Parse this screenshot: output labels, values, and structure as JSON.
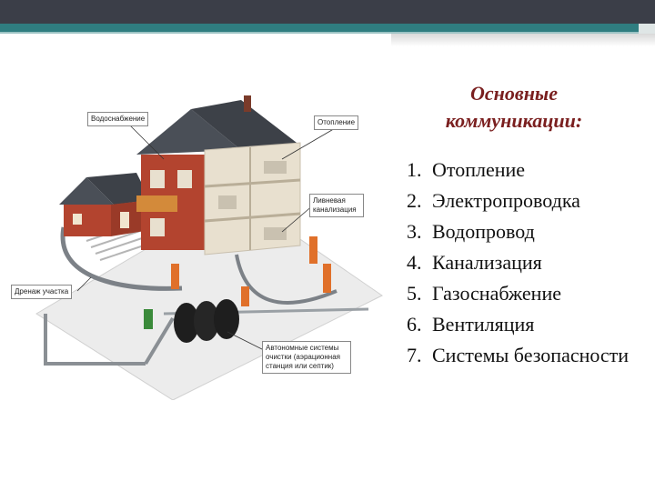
{
  "slide": {
    "title_line1": "Основные",
    "title_line2": "коммуникации:",
    "items": [
      {
        "num": "1.",
        "text": "Отопление"
      },
      {
        "num": "2.",
        "text": "Электропроводка"
      },
      {
        "num": "3.",
        "text": "Водопровод"
      },
      {
        "num": "4.",
        "text": "Канализация"
      },
      {
        "num": "5.",
        "text": "Газоснабжение"
      },
      {
        "num": "6.",
        "text": "Вентиляция"
      },
      {
        "num": "7.",
        "text": "Системы безопасности"
      }
    ]
  },
  "diagram": {
    "callouts": {
      "water": "Водоснабжение",
      "heating": "Отопление",
      "sewer_line": "Ливневая канализация",
      "drainage": "Дренаж участка",
      "autonomous": "Автономные системы очистки (аэрационная станция или септик)"
    },
    "colors": {
      "roof": "#4a4f57",
      "wall_brick": "#b3442f",
      "wall_light": "#e8e0cf",
      "pipe": "#8a8f94",
      "tank": "#1e1e1e",
      "orange_pipe": "#e0702a",
      "green_pipe": "#3a8a3a"
    }
  }
}
